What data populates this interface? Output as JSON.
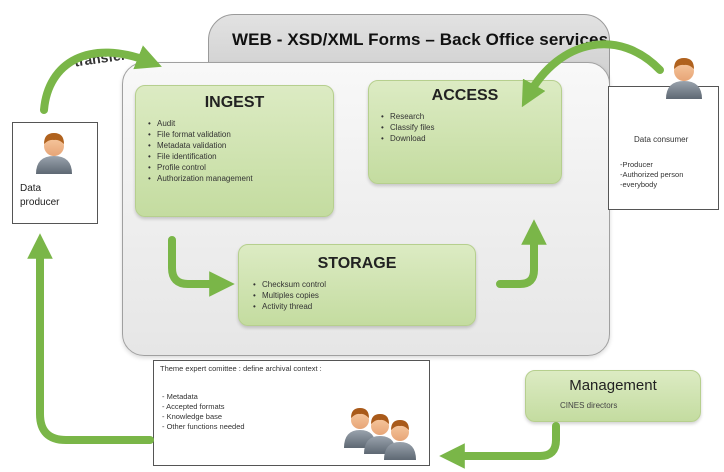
{
  "header": {
    "title": "WEB - XSD/XML Forms – Back Office services"
  },
  "transfer_label": "transfer",
  "producer": {
    "label_line1": "Data",
    "label_line2": "producer"
  },
  "consumer": {
    "label": "Data consumer",
    "items": [
      "-Producer",
      "-Authorized person",
      "-everybody"
    ]
  },
  "ingest": {
    "title": "INGEST",
    "items": [
      "Audit",
      "File format validation",
      "Metadata validation",
      "File identification",
      "Profile control",
      "Authorization management"
    ]
  },
  "access": {
    "title": "ACCESS",
    "items": [
      "Research",
      "Classify files",
      "Download"
    ]
  },
  "storage": {
    "title": "STORAGE",
    "items": [
      "Checksum control",
      "Multiples copies",
      "Activity thread"
    ]
  },
  "theme": {
    "heading": "Theme expert comittee : define archival context :",
    "items": [
      "- Metadata",
      "- Accepted formats",
      "- Knowledge base",
      "- Other functions needed"
    ]
  },
  "management": {
    "title": "Management",
    "subtitle": "CINES directors"
  },
  "colors": {
    "arrow_green": "#7ab648",
    "box_green": "#c4dca0",
    "panel_gray": "#e6e6e6"
  },
  "icons": [
    "person-icon",
    "group-icon"
  ]
}
